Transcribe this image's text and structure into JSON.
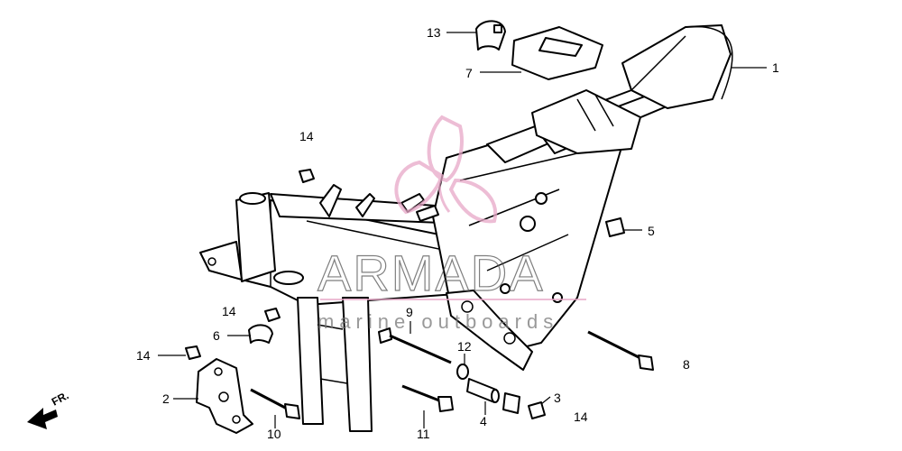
{
  "watermark": {
    "brand": "ARMADA",
    "tagline": "marine outboards"
  },
  "direction_marker": {
    "label": "FR."
  },
  "callouts": {
    "p1": "1",
    "p2": "2",
    "p3": "3",
    "p4": "4",
    "p5": "5",
    "p6": "6",
    "p7": "7",
    "p8": "8",
    "p9": "9",
    "p10": "10",
    "p11": "11",
    "p12": "12",
    "p13": "13",
    "p14a": "14",
    "p14b": "14",
    "p14c": "14",
    "p14d": "14"
  },
  "colors": {
    "line": "#000000",
    "watermark_text": "#555555",
    "watermark_logo": "#e8a8c8"
  }
}
